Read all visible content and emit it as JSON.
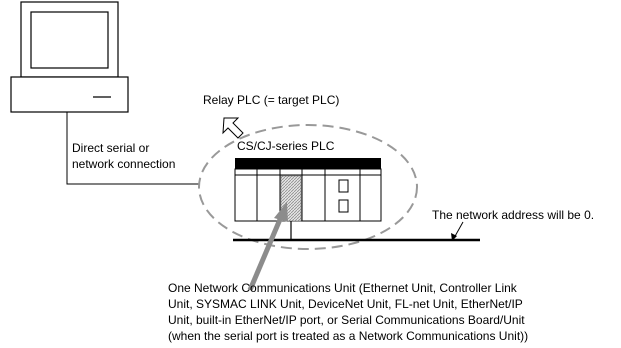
{
  "labels": {
    "relay_plc": "Relay PLC (= target PLC)",
    "plc_series": "CS/CJ-series PLC",
    "connection_line1": "Direct serial or",
    "connection_line2": "network connection",
    "network_address": "The network address will be 0.",
    "unit_note": "One Network Communications Unit (Ethernet Unit, Controller Link\nUnit, SYSMAC LINK Unit, DeviceNet Unit, FL-net Unit, EtherNet/IP\nUnit, built-in EtherNet/IP port, or Serial Communications Board/Unit\n(when the serial port is treated as a Network Communications Unit))"
  }
}
